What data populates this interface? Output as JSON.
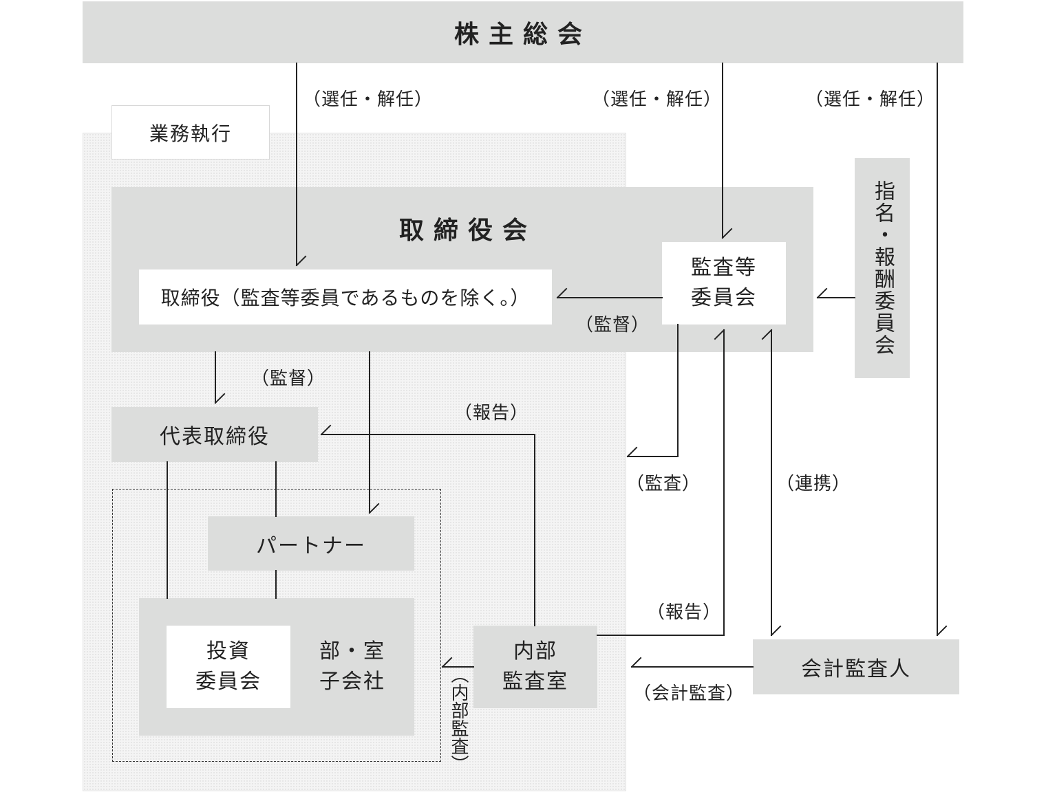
{
  "shareholders_meeting": "株主総会",
  "business_execution": "業務執行",
  "board": {
    "title": "取締役会",
    "directors": "取締役（監査等委員であるものを除く。）",
    "audit_committee": "監査等\n委員会"
  },
  "nomination_committee": "指名・報酬委員会",
  "representative_director": "代表取締役",
  "partner": "パートナー",
  "investment_committee": "投資\n委員会",
  "departments": "部・室\n子会社",
  "internal_audit_office": "内部\n監査室",
  "accounting_auditor": "会計監査人",
  "labels": {
    "elect_dismiss": "（選任・解任）",
    "supervision": "（監督）",
    "report": "（報告）",
    "audit": "（監査）",
    "cooperation": "（連携）",
    "accounting_audit": "（会計監査）",
    "internal_audit": "（内部監査）"
  },
  "colors": {
    "box_fill": "#dcdddc",
    "line": "#222222",
    "hatch": "#f4f4f4"
  }
}
